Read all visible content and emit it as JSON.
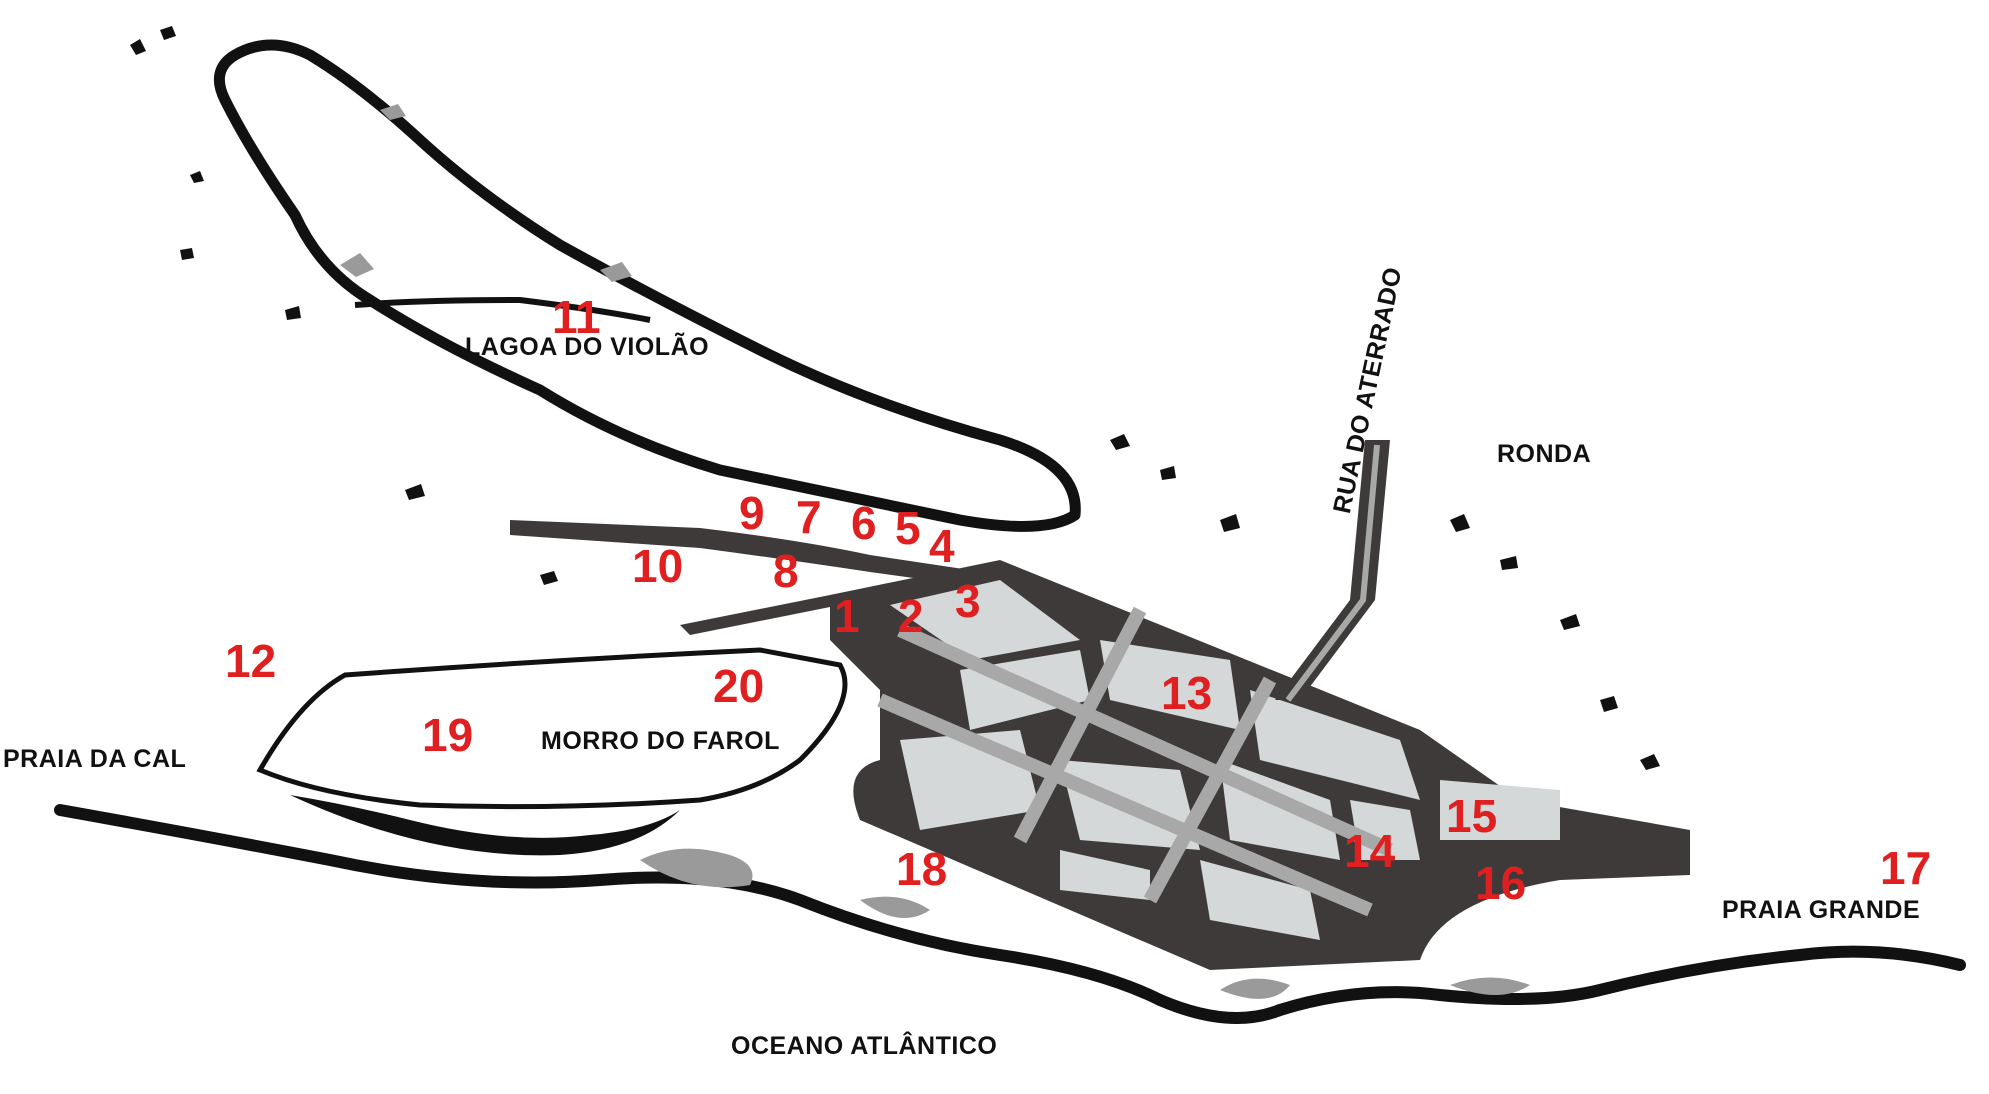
{
  "colors": {
    "number": "#e02020",
    "ink": "#111111",
    "road": "#3e3a3a",
    "block": "#d5d8d8",
    "street": "#a8a8a8",
    "shade": "#9a9a9a"
  },
  "places": {
    "lagoa": "LAGOA DO VIOLÃO",
    "ronda": "RONDA",
    "rua_aterrado": "RUA DO ATERRADO",
    "praia_cal": "PRAIA DA CAL",
    "morro_farol": "MORRO DO FAROL",
    "praia_grande": "PRAIA GRANDE",
    "oceano": "OCEANO ATLÂNTICO"
  },
  "points": {
    "p1": "1",
    "p2": "2",
    "p3": "3",
    "p4": "4",
    "p5": "5",
    "p6": "6",
    "p7": "7",
    "p8": "8",
    "p9": "9",
    "p10": "10",
    "p11": "11",
    "p12": "12",
    "p13": "13",
    "p14": "14",
    "p15": "15",
    "p16": "16",
    "p17": "17",
    "p18": "18",
    "p19": "19",
    "p20": "20"
  }
}
